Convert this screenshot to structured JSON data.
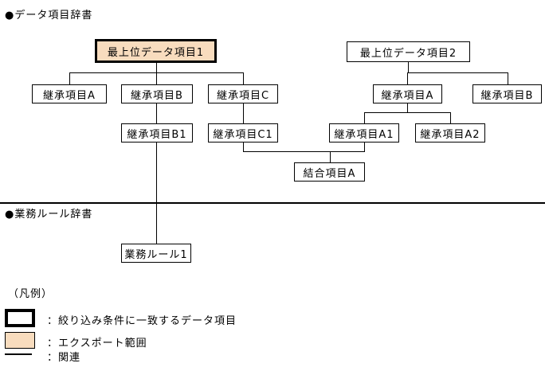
{
  "diagram": {
    "section1_title": "●データ項目辞書",
    "section2_title": "●業務ルール辞書"
  },
  "nodes": {
    "top1": {
      "label": "最上位データ項目1"
    },
    "top2": {
      "label": "最上位データ項目2"
    },
    "t1_a": {
      "label": "継承項目A"
    },
    "t1_b": {
      "label": "継承項目B"
    },
    "t1_c": {
      "label": "継承項目C"
    },
    "t1_b1": {
      "label": "継承項目B1"
    },
    "t1_c1": {
      "label": "継承項目C1"
    },
    "t2_a": {
      "label": "継承項目A"
    },
    "t2_b": {
      "label": "継承項目B"
    },
    "t2_a1": {
      "label": "継承項目A1"
    },
    "t2_a2": {
      "label": "継承項目A2"
    },
    "join_a": {
      "label": "結合項目A"
    },
    "rule1": {
      "label": "業務ルール1"
    }
  },
  "legend": {
    "title": "（凡例）",
    "items": [
      {
        "swatch": "matched-data-item-box",
        "label": "：絞り込み条件に一致するデータ項目"
      },
      {
        "swatch": "export-range-box",
        "label": "：エクスポート範囲"
      },
      {
        "swatch": "relation-line",
        "label": "：関連"
      }
    ]
  },
  "colors": {
    "export_fill": "#F8DCBE",
    "line": "#000000"
  }
}
